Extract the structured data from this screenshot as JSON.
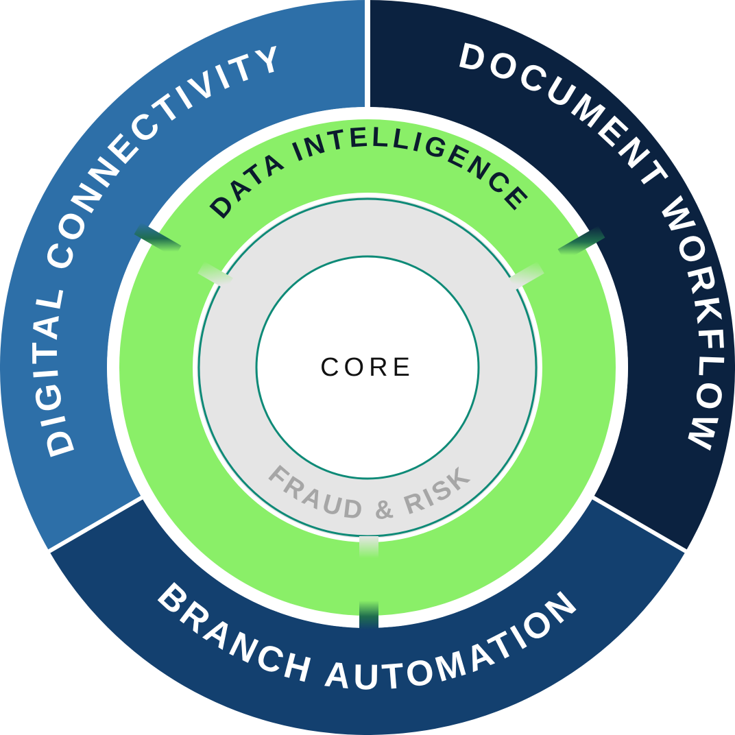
{
  "segments": {
    "digital_connectivity": {
      "label": "DIGITAL CONNECTIVITY",
      "color": "#2d6fa8"
    },
    "document_workflow": {
      "label": "DOCUMENT WORKFLOW",
      "color": "#0b2240"
    },
    "branch_automation": {
      "label": "BRANCH AUTOMATION",
      "color": "#13406f"
    }
  },
  "rings": {
    "data_intelligence": {
      "label": "DATA INTELLIGENCE",
      "color": "#8aef68"
    },
    "fraud_risk": {
      "label": "FRAUD & RISK",
      "color": "#e5e5e5",
      "outline_color": "#0e8a77"
    },
    "core": {
      "label": "CORE",
      "color": "#ffffff"
    }
  },
  "connector_color": "#1f6e4e"
}
